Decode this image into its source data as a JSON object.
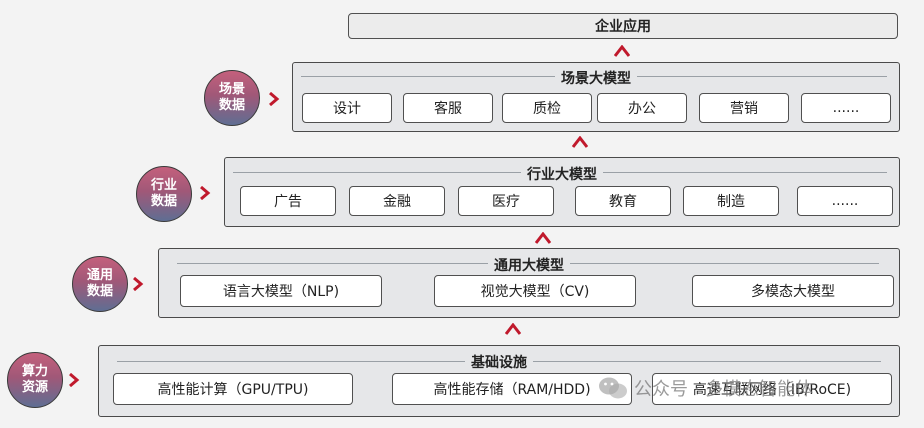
{
  "top": {
    "label": "企业应用"
  },
  "layers": {
    "scene": {
      "side_label": "场景数据",
      "title": "场景大模型",
      "items": [
        "设计",
        "客服",
        "质检",
        "办公",
        "营销",
        "......"
      ]
    },
    "industry": {
      "side_label": "行业数据",
      "title": "行业大模型",
      "items": [
        "广告",
        "金融",
        "医疗",
        "教育",
        "制造",
        "......"
      ]
    },
    "general": {
      "side_label": "通用数据",
      "title": "通用大模型",
      "items": [
        "语言大模型（NLP)",
        "视觉大模型（CV)",
        "多模态大模型"
      ]
    },
    "infra": {
      "side_label": "算力资源",
      "title": "基础设施",
      "items": [
        "高性能计算（GPU/TPU)",
        "高性能存储（RAM/HDD)",
        "高速互联网络（IB/RoCE)"
      ]
    }
  },
  "watermark": {
    "text": "公众号 · 多模态智能体"
  },
  "colors": {
    "accent": "#c0192c",
    "circle_top": "#c4607c",
    "circle_bottom": "#5f6e93"
  }
}
